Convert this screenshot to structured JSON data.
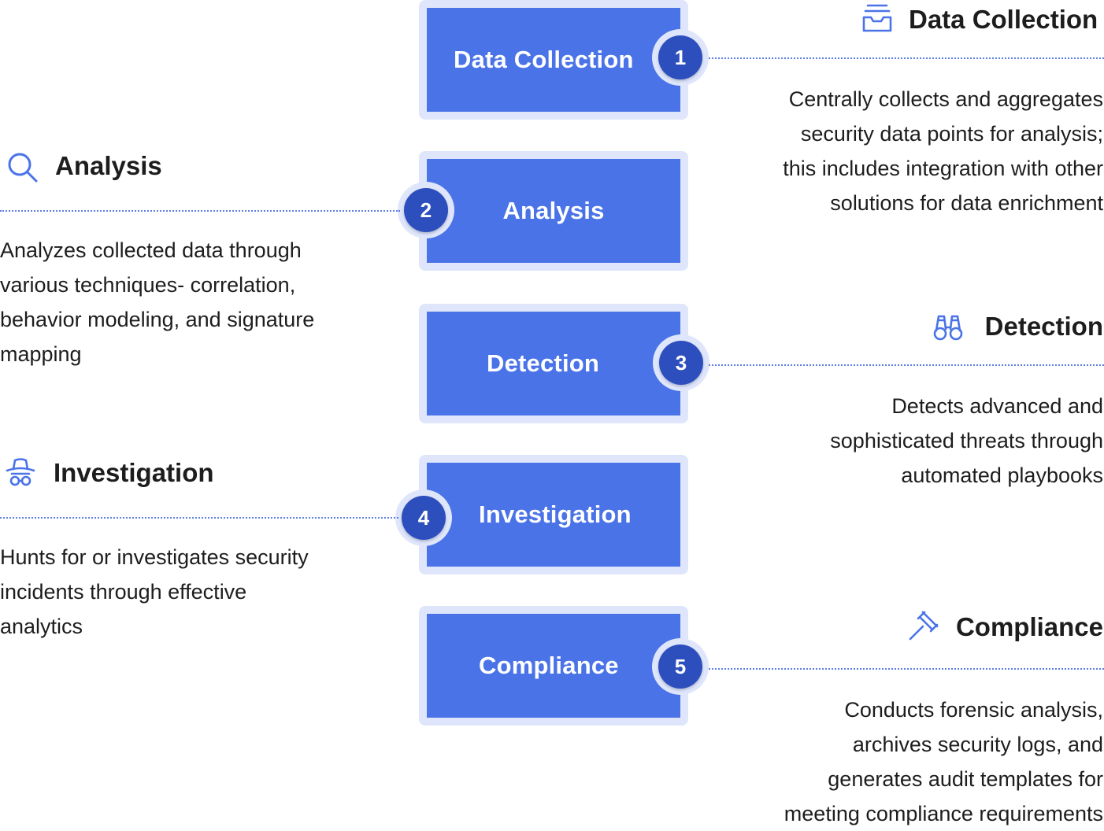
{
  "steps": [
    {
      "number": "1",
      "title": "Data Collection",
      "heading": "Data Collection",
      "icon": "inbox-stack-icon",
      "lines": [
        "Centrally collects and aggregates",
        "security data points for analysis;",
        "this includes integration with other",
        "solutions for data enrichment"
      ]
    },
    {
      "number": "2",
      "title": "Analysis",
      "heading": "Analysis",
      "icon": "search-icon",
      "lines": [
        "Analyzes collected data through",
        "various techniques- correlation,",
        "behavior modeling, and signature",
        "mapping"
      ]
    },
    {
      "number": "3",
      "title": "Detection",
      "heading": "Detection",
      "icon": "binoculars-icon",
      "lines": [
        "Detects advanced and",
        "sophisticated threats through",
        "automated playbooks"
      ]
    },
    {
      "number": "4",
      "title": "Investigation",
      "heading": "Investigation",
      "icon": "spy-icon",
      "lines": [
        "Hunts for or investigates security",
        "incidents through effective",
        "analytics"
      ]
    },
    {
      "number": "5",
      "title": "Compliance",
      "heading": "Compliance",
      "icon": "gavel-icon",
      "lines": [
        "Conducts forensic analysis,",
        "archives security logs, and",
        "generates audit templates for",
        "meeting compliance requirements"
      ]
    }
  ],
  "colors": {
    "box": "#4a73e8",
    "box_border": "#dfe6fb",
    "badge": "#2d4fbd",
    "icon": "#4a73e8",
    "line": "#5b7fe6"
  }
}
